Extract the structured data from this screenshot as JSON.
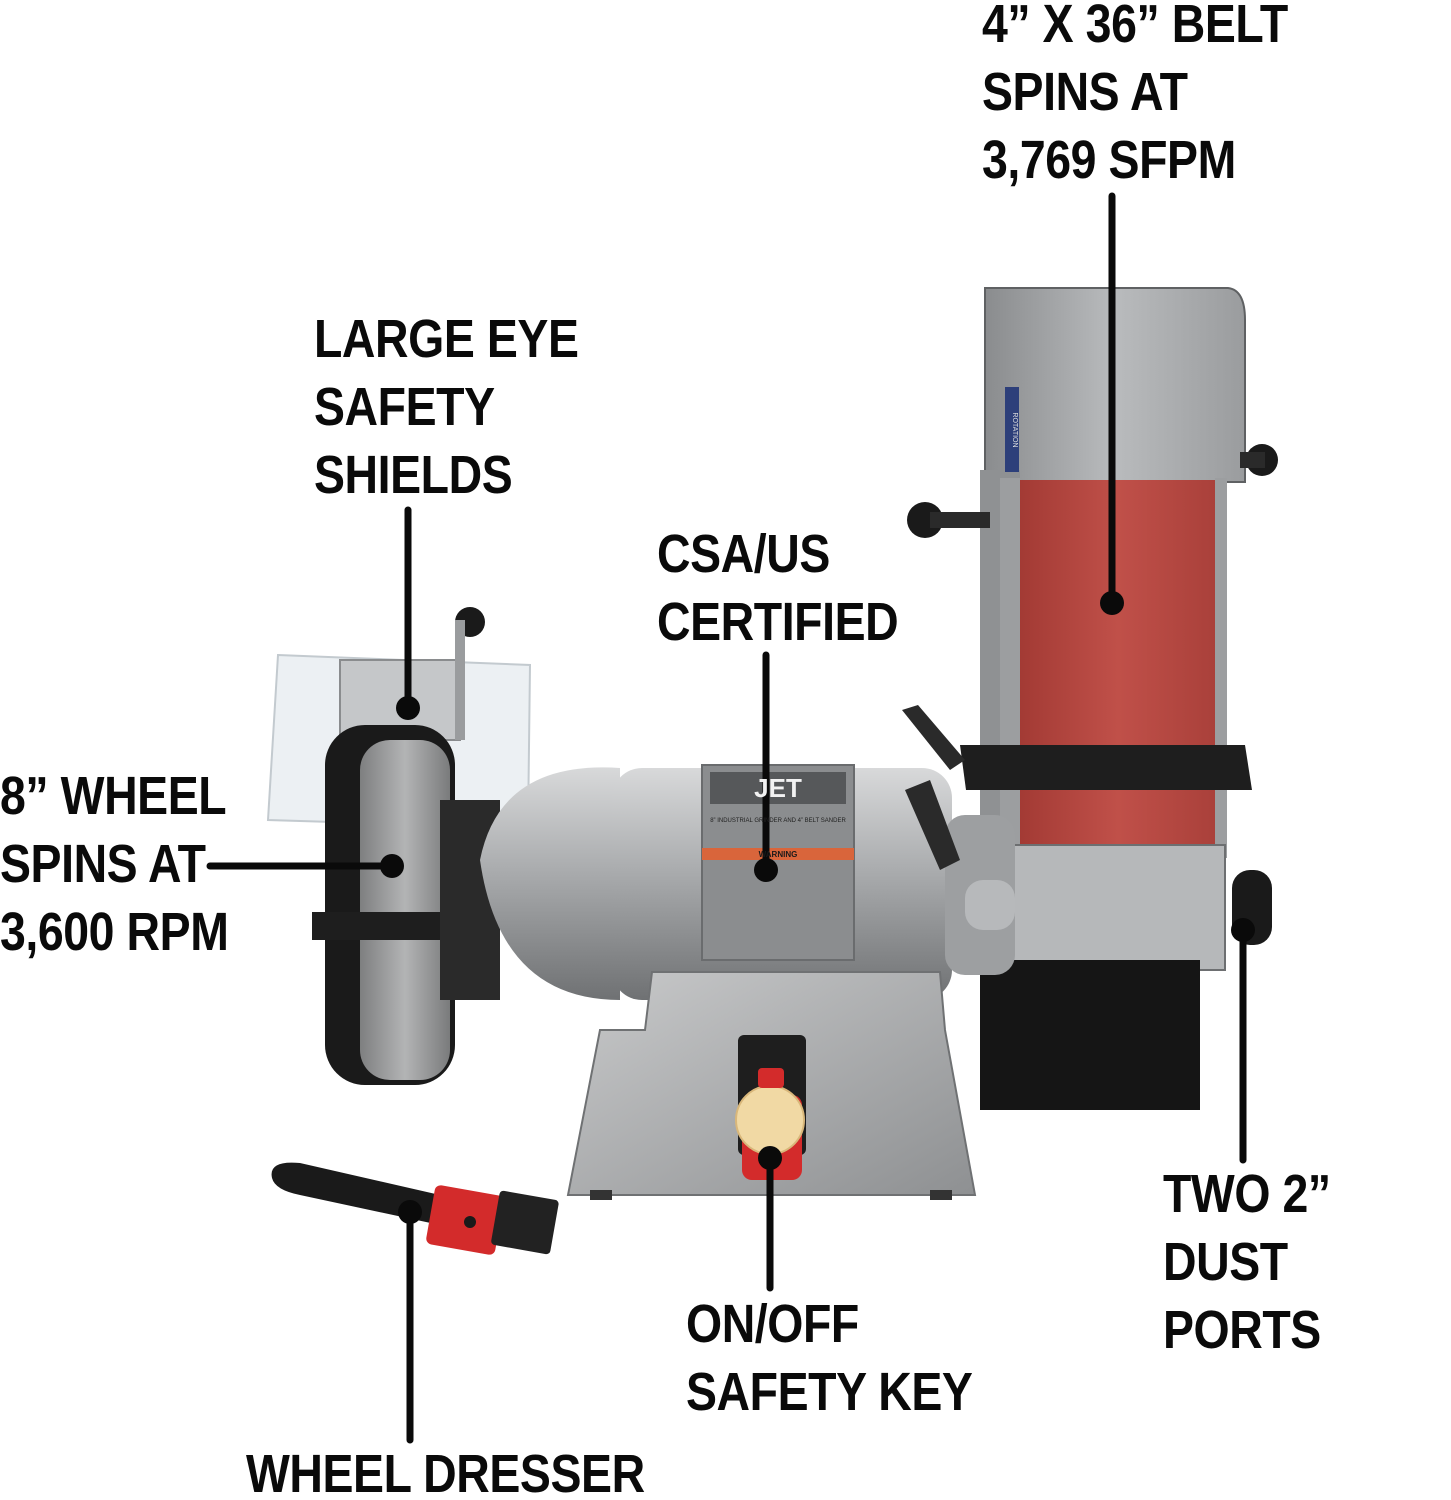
{
  "callouts": {
    "belt": "4” X 36” BELT\nSPINS AT\n3,769 SFPM",
    "shields": "LARGE EYE\nSAFETY\nSHIELDS",
    "csa": "CSA/US\nCERTIFIED",
    "wheel": "8” WHEEL\nSPINS AT\n3,600 RPM",
    "dust": "TWO 2”\nDUST PORTS",
    "key": "ON/OFF\nSAFETY KEY",
    "dresser": "WHEEL DRESSER"
  },
  "product": {
    "brand_logo": "JET",
    "label_title": "8” INDUSTRIAL GRINDER AND 4” BELT SANDER",
    "warning_text": "WARNING",
    "rotation_text": "ROTATION"
  },
  "colors": {
    "belt": "#b8463f",
    "body": "#a7a9ab",
    "switch": "#d32b2b",
    "key": "#f1d9a4",
    "line": "#0a0a0a"
  }
}
